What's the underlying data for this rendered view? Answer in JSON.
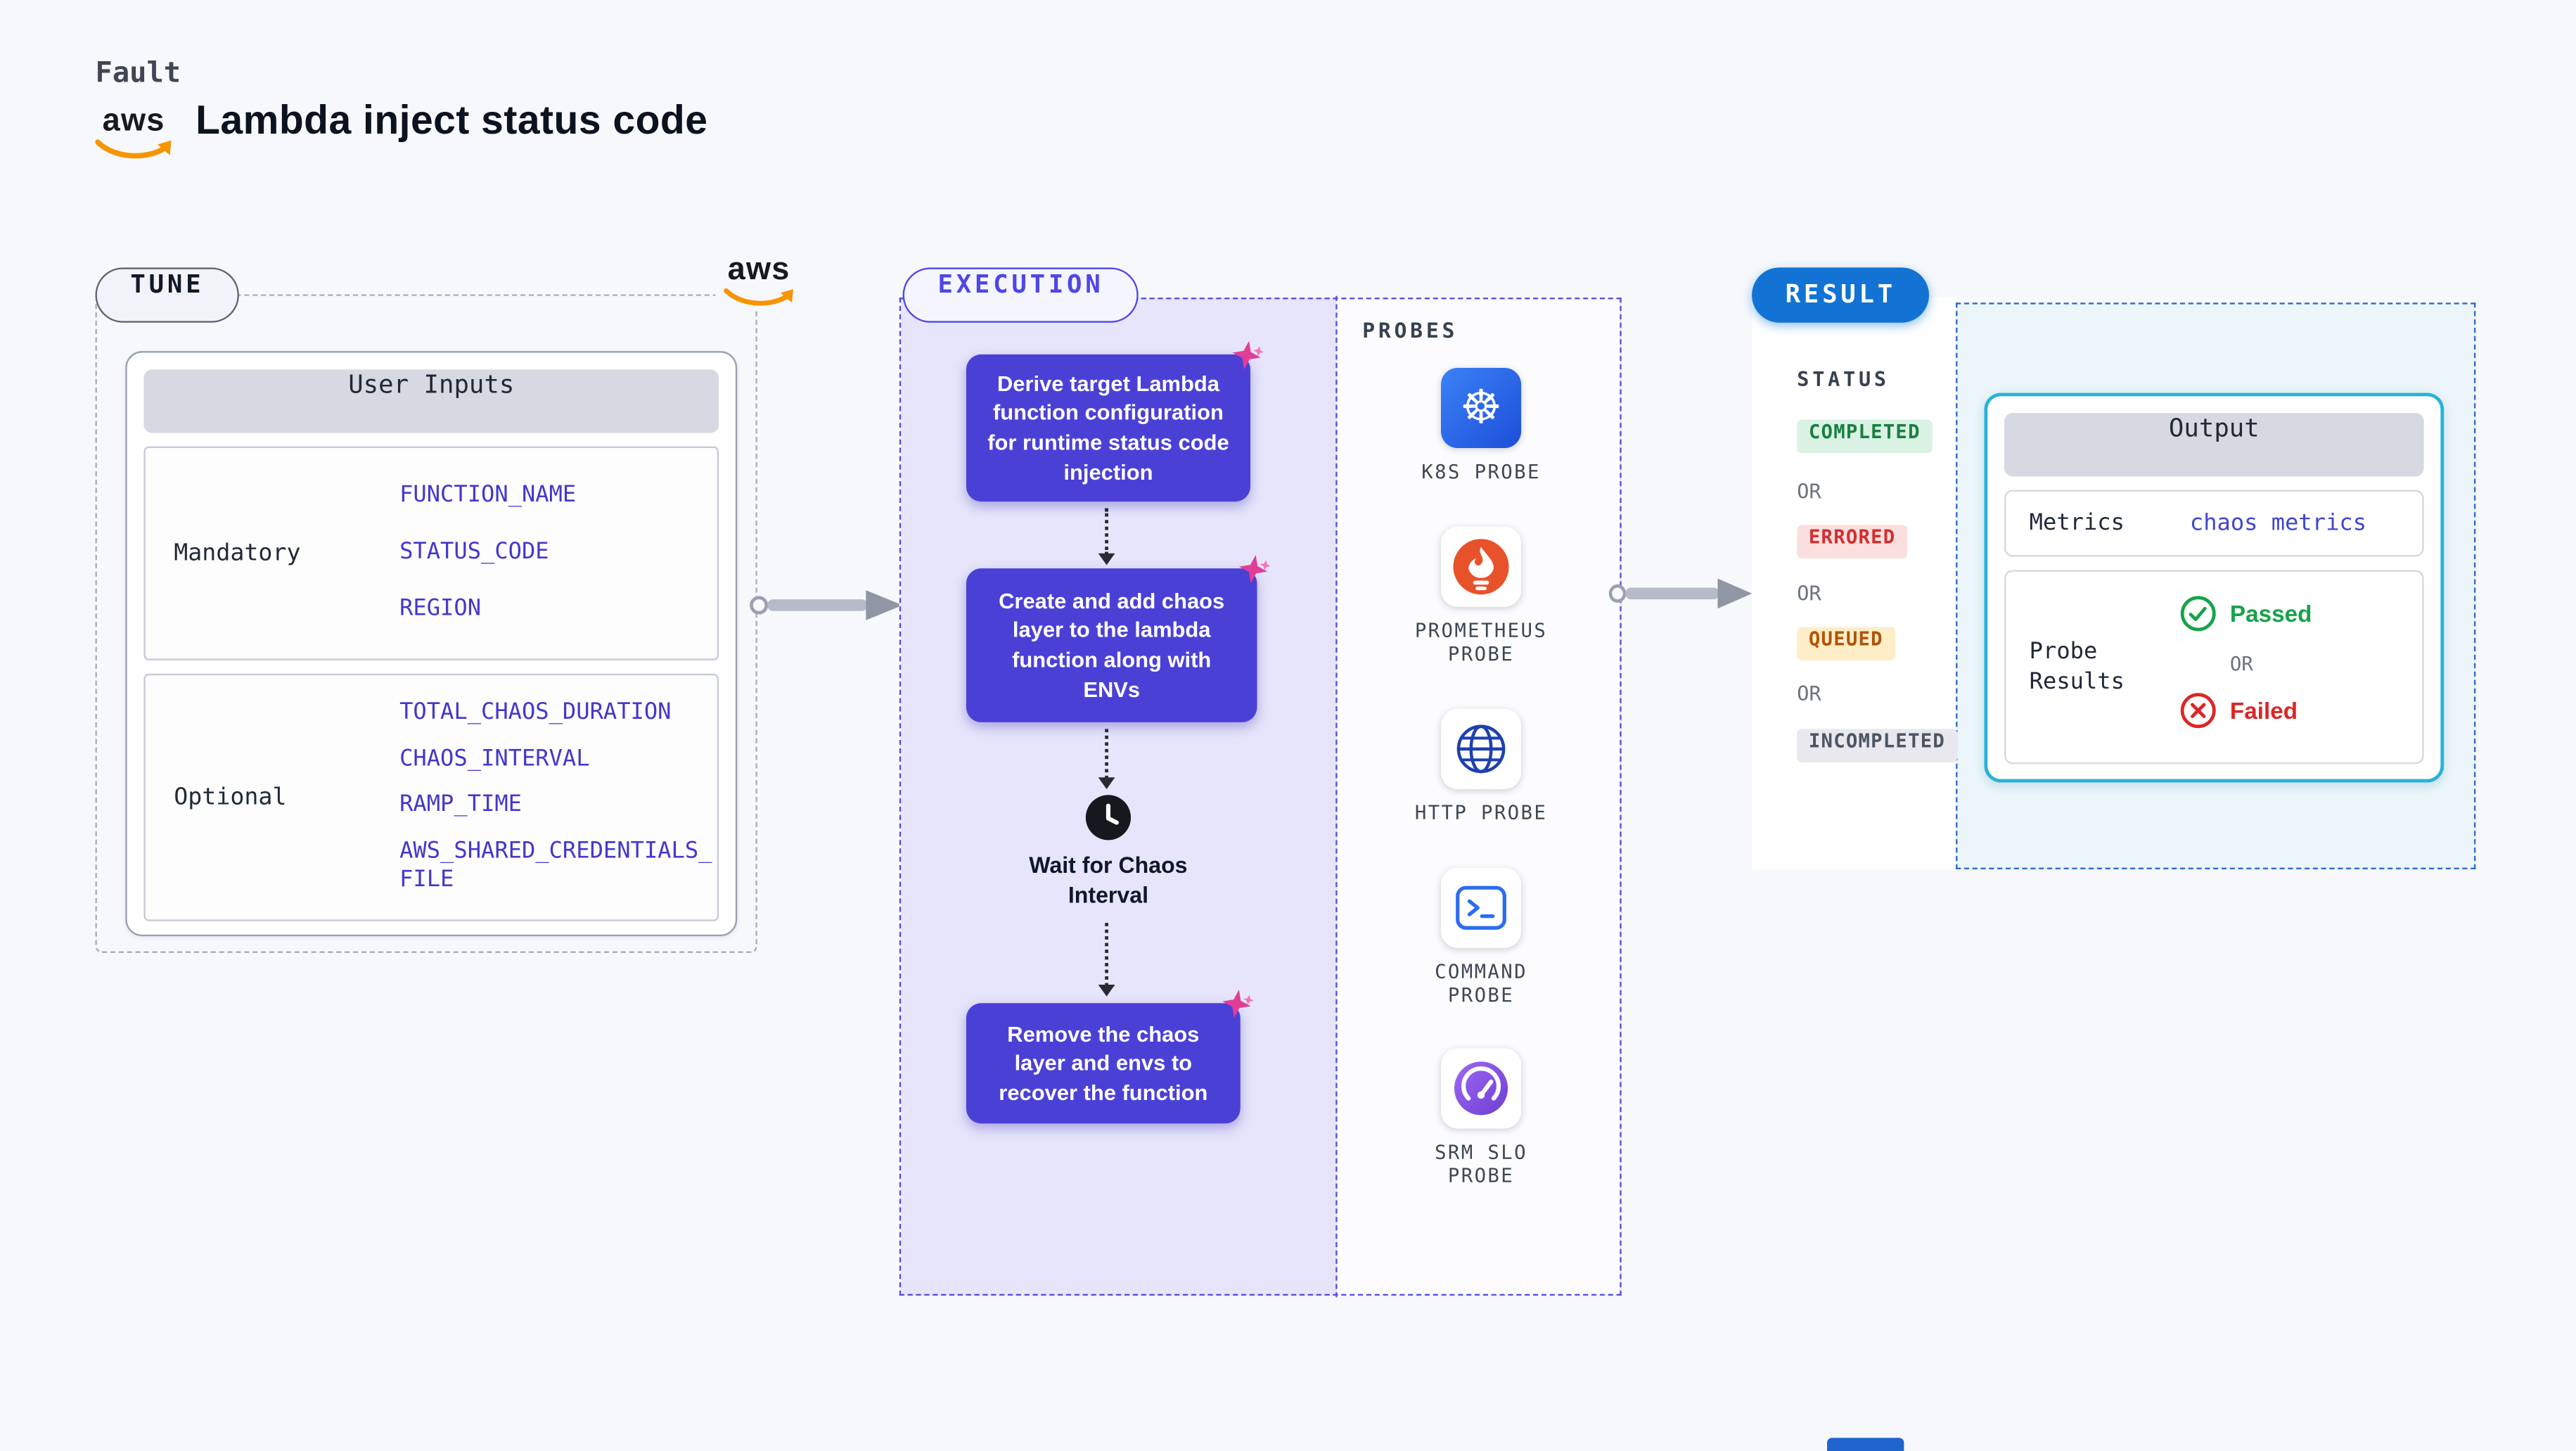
{
  "page": {
    "kicker": "Fault",
    "title": "Lambda inject status code"
  },
  "logos": {
    "aws_text": "aws"
  },
  "tune": {
    "label": "TUNE",
    "table_title": "User Inputs",
    "groups": [
      {
        "name": "Mandatory",
        "params": [
          "FUNCTION_NAME",
          "STATUS_CODE",
          "REGION"
        ]
      },
      {
        "name": "Optional",
        "params": [
          "TOTAL_CHAOS_DURATION",
          "CHAOS_INTERVAL",
          "RAMP_TIME",
          "AWS_SHARED_CREDENTIALS_FILE"
        ]
      }
    ]
  },
  "execution": {
    "label": "EXECUTION",
    "steps": [
      {
        "text": "Derive target Lambda function configuration for runtime status code injection",
        "icon": "chaos-spark"
      },
      {
        "text": "Create and add chaos layer to the lambda function along with ENVs",
        "icon": "chaos-spark"
      },
      {
        "text": "Wait for Chaos Interval",
        "icon": "clock"
      },
      {
        "text": "Remove the chaos layer and envs to recover the function",
        "icon": "chaos-spark"
      }
    ],
    "probes": {
      "label": "PROBES",
      "items": [
        {
          "label": "K8S PROBE",
          "icon": "kubernetes-wheel"
        },
        {
          "label": "PROMETHEUS PROBE",
          "icon": "prometheus-flame"
        },
        {
          "label": "HTTP PROBE",
          "icon": "http-globe"
        },
        {
          "label": "COMMAND PROBE",
          "icon": "terminal-prompt"
        },
        {
          "label": "SRM SLO PROBE",
          "icon": "srm-gauge"
        }
      ]
    }
  },
  "result": {
    "label": "RESULT",
    "status": {
      "label": "STATUS",
      "or": "OR",
      "items": [
        {
          "text": "COMPLETED",
          "tone": "green"
        },
        {
          "text": "ERRORED",
          "tone": "red"
        },
        {
          "text": "QUEUED",
          "tone": "yellow"
        },
        {
          "text": "INCOMPLETED",
          "tone": "gray"
        }
      ]
    },
    "output": {
      "title": "Output",
      "metrics_label": "Metrics",
      "metrics_value": "chaos metrics",
      "probe_results_label": "Probe Results",
      "passed": "Passed",
      "or": "OR",
      "failed": "Failed"
    }
  },
  "colors": {
    "page_bg": "#f7f8fc",
    "accent_indigo": "#4f46e5",
    "step_indigo": "#4b40d6",
    "result_blue": "#1273d4",
    "output_border": "#27b2d8",
    "completed_green": "#1a7f42",
    "errored_red": "#d32f2f",
    "queued_amber": "#b45309",
    "incompleted_gray": "#4b5563",
    "passed_green": "#16a34a",
    "failed_red": "#dc2626",
    "aws_orange": "#f79400",
    "spark_pink": "#e23d96"
  }
}
